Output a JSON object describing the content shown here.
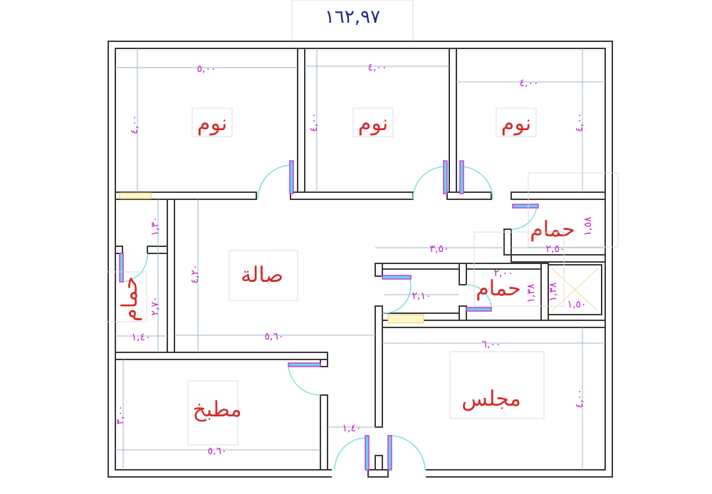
{
  "title": "١٦٢,٩٧",
  "rooms": {
    "bedroom1": "نوم",
    "bedroom2": "نوم",
    "bedroom3": "نوم",
    "living": "صالة",
    "bath1": "حمام",
    "bath2": "حمام",
    "bath3": "حمام",
    "kitchen": "مطبخ",
    "majlis": "مجلس"
  },
  "dimensions": {
    "bed1_w": "٥,٠٠",
    "bed1_h": "٤,٠٠",
    "bed2_w": "٤,٠٠",
    "bed2_h": "٤,٠٠",
    "bed3_w": "٤,٠٠",
    "bed3_h": "٤,٠٠",
    "left_130": "١,٣٠",
    "left_270": "٢,٧٠",
    "left_140": "١,٤٠",
    "living_h": "٤,٢٠",
    "living_w": "٥,٦٠",
    "hall_350": "٣,٥٠",
    "bath1_w": "٢,٥٠",
    "bath1_h": "١,٥٨",
    "bath2_w": "٢,٠٠",
    "bath2_h": "١,٣٨",
    "hall_210": "٢,١٠",
    "shaft_h": "١,٣٨",
    "shaft_w": "١,٥٠",
    "majlis_w": "٦,٠٠",
    "majlis_h": "٤,٠٠",
    "kitchen_h": "٣,٠٠",
    "kitchen_w": "٥,٦٠",
    "entry_w": "١,٤٠"
  },
  "colors": {
    "walls": "#3a3a3a",
    "room_labels": "#d42a2a",
    "dimensions": "#c21fc4",
    "doors": "#7fe0dc",
    "title": "#1e2a8a"
  }
}
